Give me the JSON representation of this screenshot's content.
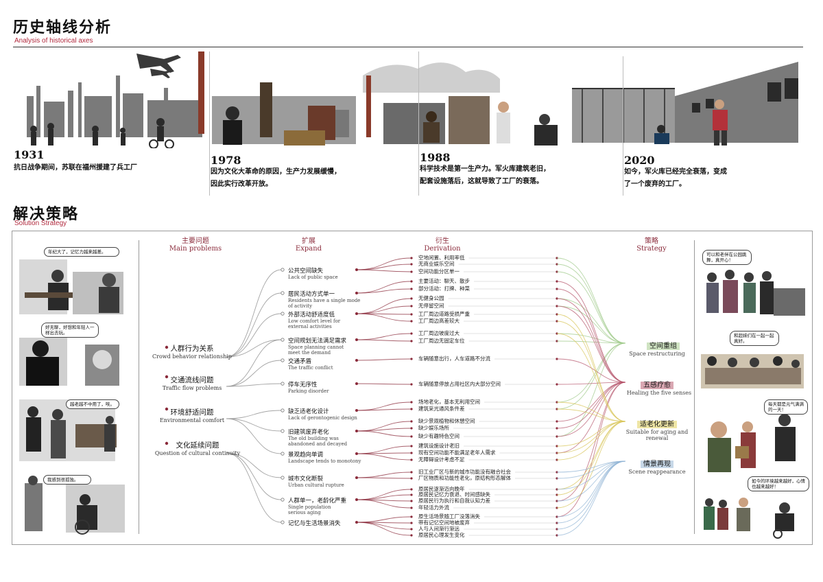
{
  "history": {
    "title": "历史轴线分析",
    "subtitle": "Analysis of historical axes",
    "eras": [
      {
        "year": "1931",
        "lines": [
          "抗日战争期间，苏联在福州援建了兵工厂"
        ]
      },
      {
        "year": "1978",
        "lines": [
          "因为文化大革命的原因，生产力发展缓慢，",
          "因此实行改革开放。"
        ]
      },
      {
        "year": "1988",
        "lines": [
          "科学技术是第一生产力。军火库建筑老旧，",
          "配套设施落后，这就导致了工厂的衰落。"
        ]
      },
      {
        "year": "2020",
        "lines": [
          "如今，军火库已经完全衰落，变成",
          "了一个废弃的工厂。"
        ]
      }
    ]
  },
  "solution": {
    "title": "解决策略",
    "subtitle": "Solution Strategy",
    "headers": {
      "main": {
        "zh": "主要问题",
        "en": "Main problems"
      },
      "expand": {
        "zh": "扩展",
        "en": "Expand"
      },
      "derivation": {
        "zh": "衍生",
        "en": "Derivation"
      },
      "strategy": {
        "zh": "策略",
        "en": "Strategy"
      }
    },
    "main_problems": [
      {
        "zh": "人群行为关系",
        "en": "Crowd behavior relationship"
      },
      {
        "zh": "交通流线问题",
        "en": "Traffic flow problems"
      },
      {
        "zh": "环境舒适问题",
        "en": "Environmental comfort"
      },
      {
        "zh": "文化延续问题",
        "en": "Question of cultural continuity"
      }
    ],
    "expand": [
      {
        "zh": "公共空间缺失",
        "en": [
          "Lack of public space"
        ]
      },
      {
        "zh": "居民活动方式单一",
        "en": [
          "Residents have a single mode",
          "of activity"
        ]
      },
      {
        "zh": "外部活动舒适度低",
        "en": [
          "Low comfort level for",
          "external activities"
        ]
      },
      {
        "zh": "空间规划无法满足需求",
        "en": [
          "Space planning cannot",
          "meet the demand"
        ]
      },
      {
        "zh": "交通矛盾",
        "en": [
          "The traffic conflict"
        ]
      },
      {
        "zh": "停车无序性",
        "en": [
          "Parking disorder"
        ]
      },
      {
        "zh": "缺乏适老化设计",
        "en": [
          "Lack of gerontogenic design"
        ]
      },
      {
        "zh": "旧建筑废弃老化",
        "en": [
          "The old building was",
          "abandoned and decayed"
        ]
      },
      {
        "zh": "景观趋向单调",
        "en": [
          "Landscape tends to monotony"
        ]
      },
      {
        "zh": "城市文化断裂",
        "en": [
          "Urban cultural rupture"
        ]
      },
      {
        "zh": "人群单一，老龄化严重",
        "en": [
          "Single population",
          "serious aging"
        ]
      },
      {
        "zh": "记忆与生活场景消失",
        "en": []
      }
    ],
    "derivations": [
      "空地闲置、利用率低",
      "无商业娱乐空间",
      "空间功能分区单一",
      "主要活动：聊天、散步",
      "部分活动：打牌、种菜",
      "无健身公园",
      "无停留空间",
      "工厂周边道路受损严重",
      "工厂周边高差较大",
      "工厂周边坡度过大",
      "工厂周边无固定车位",
      "车辆随意出行，人车道路不分流",
      "车辆随意停放占用社区内大部分空间",
      "场地老化，基本无利用空间",
      "建筑采光通风条件差",
      "缺少景观植物和休憩空间",
      "缺少娱乐场所",
      "缺少有趣特色空间",
      "建筑设施设计老旧",
      "现有空间功能不能满足老年人需求",
      "无障碍设计考虑不足",
      "旧工业厂区与新的城市功能没有融合社会",
      "厂区物质和功能性老化，原结构形态解体",
      "原居民逐渐迈向晚年",
      "原居民记忆力衰退、时间感缺失",
      "原居民行为执行和自我认知力差",
      "年轻活力外流",
      "原生活场景随工厂没落消失",
      "带有记忆空间地被废弃",
      "人与人间渐行渐远",
      "原居民心理发生变化"
    ],
    "strategies": [
      {
        "zh": "空间重组",
        "en": [
          "Space restructuring"
        ],
        "color": "#cfe3c2"
      },
      {
        "zh": "五感疗愈",
        "en": [
          "Healing the five senses"
        ],
        "color": "#d9a7b2"
      },
      {
        "zh": "适老化更新",
        "en": [
          "Suitable for aging and",
          "renewal"
        ],
        "color": "#efe6a6"
      },
      {
        "zh": "情景再现",
        "en": [
          "Scene reappearance"
        ],
        "color": "#c7d8e8"
      }
    ],
    "bubbles_left": [
      "年纪大了，记忆力越来越差。",
      "好无聊，好想和年轻人一样出去玩。",
      "越老越不中用了，唉。",
      "我感到很孤独。"
    ],
    "bubbles_right": [
      "可以和老伴在公园跳舞，真开心！",
      "和超妹们在一起一起真好。",
      "每天都是元气满满的一天！",
      "如今的环境越来越好，心情也越来越好！"
    ],
    "colors": {
      "accent": "#8a2a3a",
      "dot": "#8a2a3a",
      "branch": "#9a9a9a"
    }
  }
}
